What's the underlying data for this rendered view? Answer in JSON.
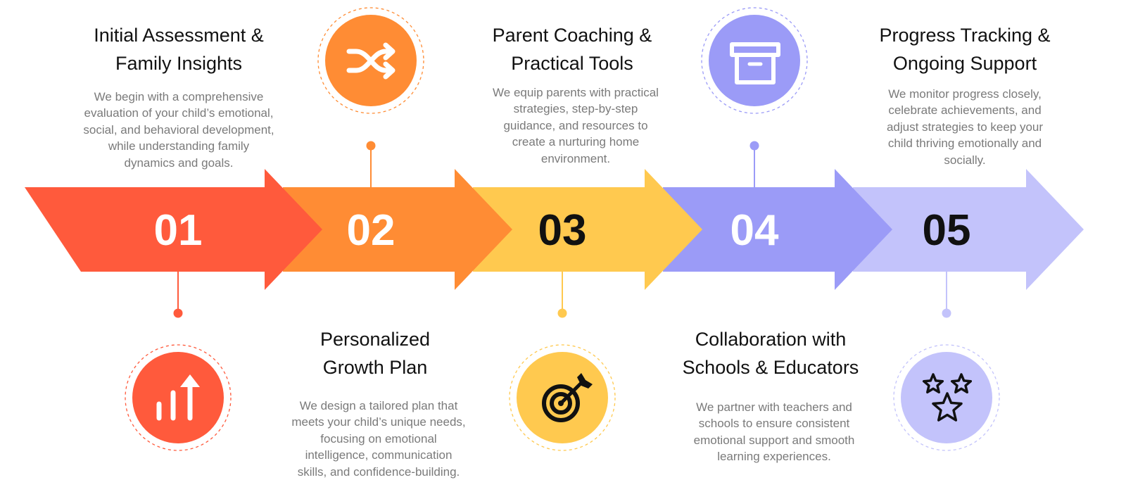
{
  "steps": [
    {
      "number": "01",
      "title": "Initial Assessment &\nFamily Insights",
      "description": "We begin with a comprehensive\nevaluation of your child’s emotional,\nsocial, and behavioral development,\nwhile understanding family\ndynamics and goals.",
      "color": "#FF5A3C",
      "number_color": "#FFFFFF",
      "icon": "bar-chart-arrow-icon",
      "icon_color": "#FFFFFF",
      "placement": "text-top"
    },
    {
      "number": "02",
      "title": "Personalized\nGrowth Plan",
      "description": "We design a tailored plan that\nmeets your child’s unique needs,\nfocusing on emotional\nintelligence, communication\nskills, and confidence-building.",
      "color": "#FF8C34",
      "number_color": "#FFFFFF",
      "icon": "shuffle-icon",
      "icon_color": "#FFFFFF",
      "placement": "text-bottom"
    },
    {
      "number": "03",
      "title": "Parent Coaching &\nPractical Tools",
      "description": "We equip parents with practical\nstrategies, step-by-step\nguidance, and resources to\ncreate a nurturing home\nenvironment.",
      "color": "#FFC94F",
      "number_color": "#111111",
      "icon": "target-arrow-icon",
      "icon_color": "#111111",
      "placement": "text-top"
    },
    {
      "number": "04",
      "title": "Collaboration with\nSchools & Educators",
      "description": "We partner with teachers and\nschools to ensure consistent\nemotional support and smooth\nlearning experiences.",
      "color": "#9B9BF7",
      "number_color": "#FFFFFF",
      "icon": "archive-box-icon",
      "icon_color": "#FFFFFF",
      "placement": "text-bottom"
    },
    {
      "number": "05",
      "title": "Progress Tracking &\nOngoing Support",
      "description": "We monitor progress closely,\ncelebrate achievements, and\nadjust strategies to keep your\nchild thriving emotionally and\nsocially.",
      "color": "#C3C3FB",
      "number_color": "#111111",
      "icon": "stars-icon",
      "icon_color": "#111111",
      "placement": "text-top"
    }
  ]
}
